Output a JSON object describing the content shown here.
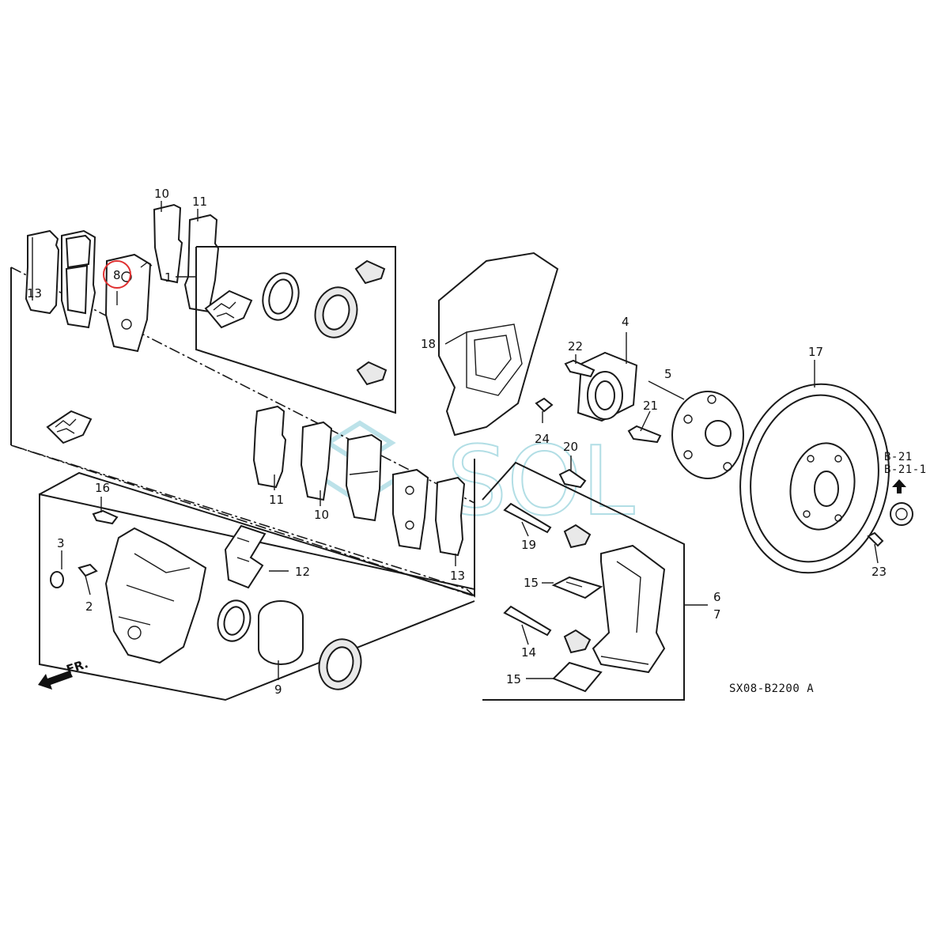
{
  "diagram": {
    "code": "SX08-B2200 A",
    "watermark": "SOL",
    "front_indicator": "FR.",
    "reference_labels": [
      "B-21",
      "B-21-1"
    ],
    "highlight_color": "#e03030",
    "callouts": {
      "c1": "1",
      "c2": "2",
      "c3": "3",
      "c4": "4",
      "c5": "5",
      "c6": "6",
      "c7": "7",
      "c8": "8",
      "c9": "9",
      "c10a": "10",
      "c10b": "10",
      "c11a": "11",
      "c11b": "11",
      "c12": "12",
      "c13a": "13",
      "c13b": "13",
      "c14": "14",
      "c15a": "15",
      "c15b": "15",
      "c16": "16",
      "c17": "17",
      "c18": "18",
      "c19": "19",
      "c20": "20",
      "c21a": "21",
      "c21b": "21",
      "c22": "22",
      "c23": "23",
      "c24": "24"
    }
  }
}
